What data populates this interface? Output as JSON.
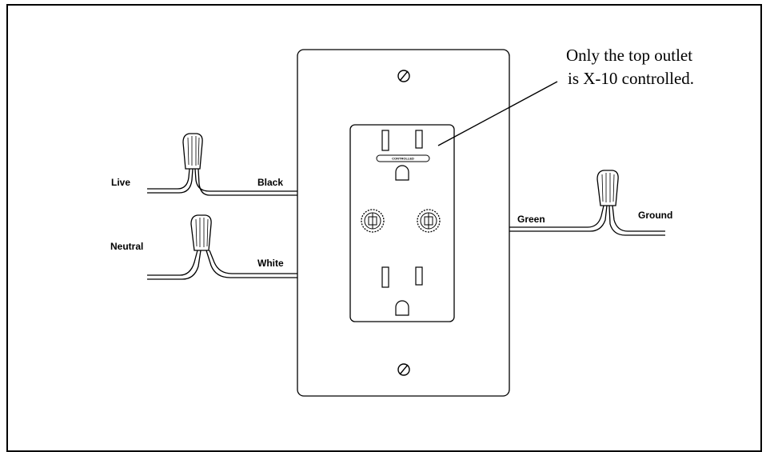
{
  "wires": {
    "live": "Live",
    "black": "Black",
    "neutral": "Neutral",
    "white": "White",
    "green": "Green",
    "ground": "Ground"
  },
  "note": {
    "line1": "Only the top outlet",
    "line2": "is X-10 controlled."
  },
  "outlet": {
    "controlled_label": "CONTROLLED"
  }
}
